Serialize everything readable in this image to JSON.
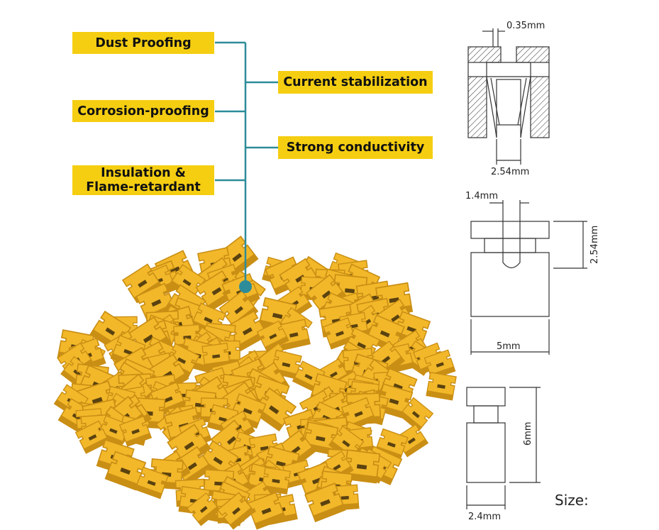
{
  "features": {
    "dust_proofing": "Dust Proofing",
    "current_stabilization": "Current stabilization",
    "corrosion_proofing": "Corrosion-proofing",
    "strong_conductivity": "Strong conductivity",
    "insulation_line1": "Insulation &",
    "insulation_line2": "Flame-retardant"
  },
  "dimensions": {
    "slot_width": "0.35mm",
    "pitch_bottom": "2.54mm",
    "slot_top": "1.4mm",
    "height_side": "2.54mm",
    "width": "5mm",
    "total_height": "6mm",
    "depth": "2.4mm"
  },
  "size_label": "Size:",
  "colors": {
    "label_yellow": "#F5CE12",
    "connector_line": "#2D8C99",
    "jumper_yellow": "#F2B82A",
    "jumper_shadow": "#C98E14",
    "drawing_line": "#333333"
  }
}
